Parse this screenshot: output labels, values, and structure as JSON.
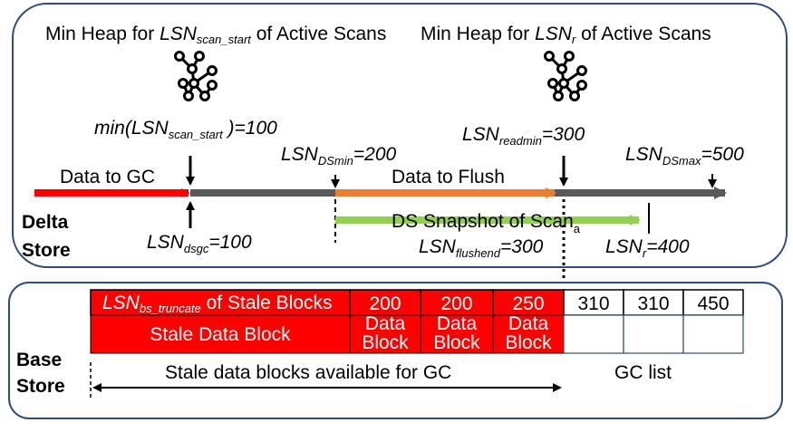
{
  "delta_store": {
    "label_line1": "Delta",
    "label_line2": "Store",
    "heap_scan_start": {
      "prefix": "Min Heap for ",
      "lsn": "LSN",
      "sub": "scan_start",
      "suffix": " of Active Scans"
    },
    "heap_r": {
      "prefix": "Min Heap for ",
      "lsn": "LSN",
      "sub": "r",
      "suffix": " of Active Scans"
    },
    "min_scan_start": {
      "prefix": "min(",
      "lsn": "LSN",
      "sub": "scan_start",
      "suffix": " )=100"
    },
    "lsn_dsmin": {
      "lsn": "LSN",
      "sub": "DSmin",
      "value": "=200"
    },
    "lsn_readmin": {
      "lsn": "LSN",
      "sub": "readmin",
      "value": "=300"
    },
    "lsn_dsmax": {
      "lsn": "LSN",
      "sub": "DSmax",
      "value": "=500"
    },
    "lsn_dsgc": {
      "lsn": "LSN",
      "sub": "dsgc",
      "value": "=100"
    },
    "lsn_flushend": {
      "lsn": "LSN",
      "sub": "flushend",
      "value": "=300"
    },
    "lsn_r": {
      "lsn": "LSN",
      "sub": "r",
      "value": "=400"
    },
    "data_to_gc": "Data to GC",
    "data_to_flush": "Data to Flush",
    "ds_snapshot": {
      "text": "DS Snapshot of Scan",
      "sub": "a"
    }
  },
  "base_store": {
    "label_line1": "Base",
    "label_line2": "Store",
    "truncate_header": {
      "lsn": "LSN",
      "sub": "bs_truncate",
      "suffix": " of Stale Blocks"
    },
    "stale_block_label": "Stale Data Block",
    "red_values": [
      "200",
      "200",
      "250"
    ],
    "block_line1": "Data",
    "block_line2": "Block",
    "gc_values": [
      "310",
      "310",
      "450"
    ],
    "stale_available": "Stale data blocks available for GC",
    "gc_list": "GC list"
  },
  "colors": {
    "red": "#ff0000",
    "dark_red": "#c00000",
    "gray_arrow": "#595959",
    "orange": "#ed7d31",
    "green": "#92d050",
    "border_blue": "#2f4b7c"
  },
  "icons": [
    "tree-icon",
    "tree-icon"
  ]
}
